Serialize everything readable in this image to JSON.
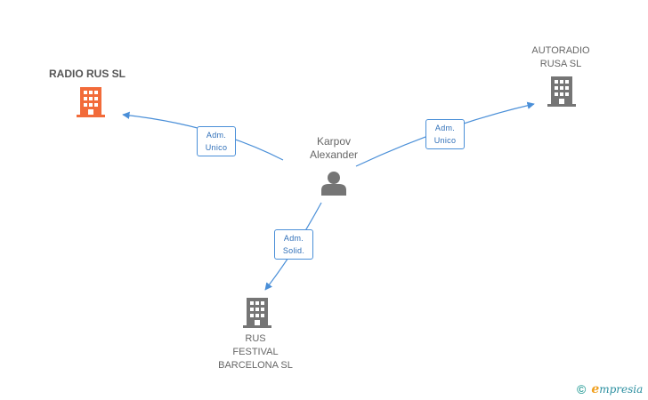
{
  "colors": {
    "main_company": "#f26b3a",
    "company": "#757575",
    "person": "#757575",
    "edge": "#4a8fd8",
    "edge_text": "#2f6fb8"
  },
  "nodes": {
    "main": {
      "name": "RADIO RUS SL",
      "icon": "building-icon"
    },
    "autoradio": {
      "lines": [
        "AUTORADIO",
        "RUSA  SL"
      ],
      "icon": "building-icon"
    },
    "person": {
      "lines": [
        "Karpov",
        "Alexander"
      ],
      "icon": "person-icon"
    },
    "festival": {
      "lines": [
        "RUS",
        "FESTIVAL",
        "BARCELONA  SL"
      ],
      "icon": "building-icon"
    }
  },
  "edges": {
    "to_main": {
      "lines": [
        "Adm.",
        "Unico"
      ]
    },
    "to_autoradio": {
      "lines": [
        "Adm.",
        "Unico"
      ]
    },
    "to_festival": {
      "lines": [
        "Adm.",
        "Solid."
      ]
    }
  },
  "brand": {
    "copyright": "©",
    "first_letter": "e",
    "rest": "mpresia"
  }
}
